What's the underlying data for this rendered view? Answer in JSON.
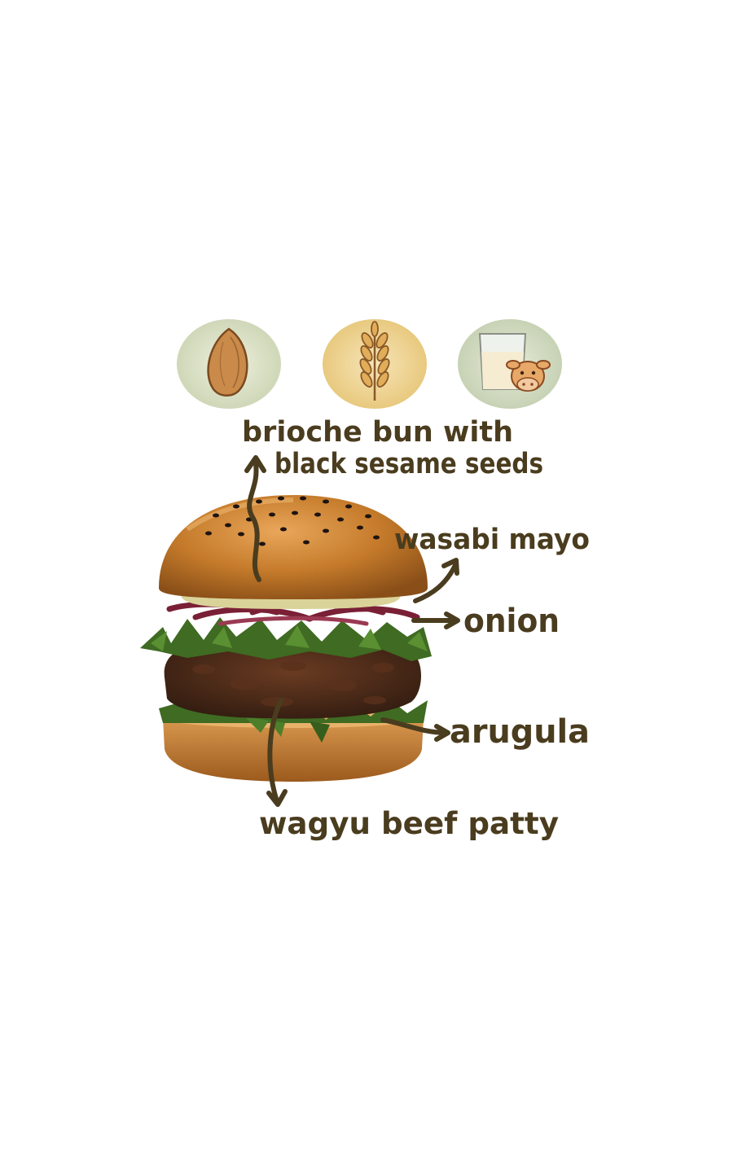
{
  "allergen_icons": [
    {
      "icon": "almond-icon",
      "background": "#dfe4cc"
    },
    {
      "icon": "wheat-icon",
      "background": "#f1d9a0"
    },
    {
      "icon": "milk-icon",
      "background": "#d9e1cb"
    }
  ],
  "labels": {
    "bun_line1": "brioche bun with",
    "bun_line2": "black sesame seeds",
    "wasabi": "wasabi mayo",
    "onion": "onion",
    "arugula": "arugula",
    "patty": "wagyu beef patty"
  },
  "colors": {
    "label_ink": "#4a3c1e",
    "bun": "#c9822f",
    "patty": "#4a2a1a",
    "onion": "#7a2036",
    "arugula": "#3f6b22",
    "mayo": "#d9d39a"
  }
}
